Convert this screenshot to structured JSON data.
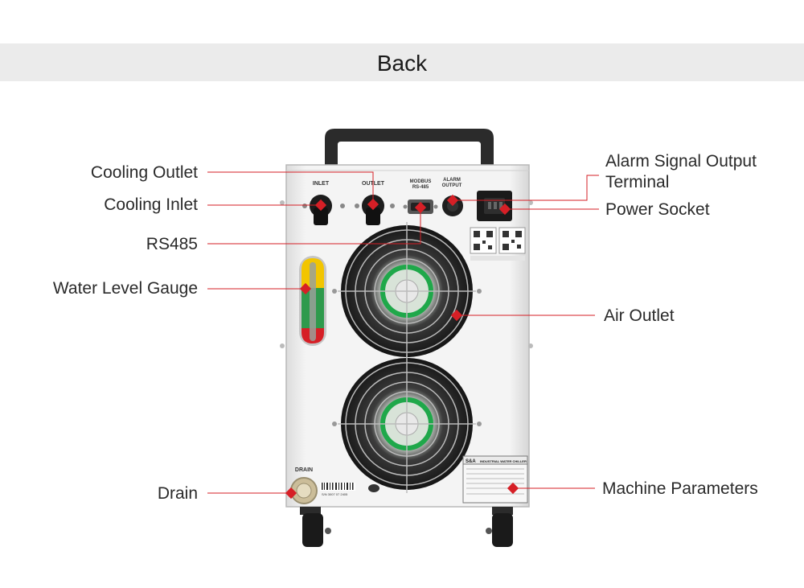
{
  "header": {
    "title": "Back"
  },
  "callouts": {
    "cooling_outlet": "Cooling Outlet",
    "cooling_inlet": "Cooling Inlet",
    "rs485": "RS485",
    "water_level_gauge": "Water Level Gauge",
    "drain": "Drain",
    "alarm_line1": "Alarm Signal Output",
    "alarm_line2": "Terminal",
    "power_socket": "Power Socket",
    "air_outlet": "Air Outlet",
    "machine_parameters": "Machine Parameters"
  },
  "device_labels": {
    "inlet": "INLET",
    "outlet": "OUTLET",
    "modbus_line1": "MODBUS",
    "modbus_line2": "RS-485",
    "alarm_line1": "ALARM",
    "alarm_line2": "OUTPUT",
    "drain": "DRAIN",
    "nameplate_brand": "S&A",
    "nameplate_title": "INDUSTRIAL WATER CHILLER",
    "barcode_text": "S/N 3007 07 2405"
  },
  "colors": {
    "accent_red": "#d61f26",
    "banner_bg": "#ebebeb",
    "fan_green": "#1fa84a",
    "gauge_yellow": "#f2c500",
    "gauge_red": "#d61f26",
    "gauge_green": "#2e9a4c"
  }
}
